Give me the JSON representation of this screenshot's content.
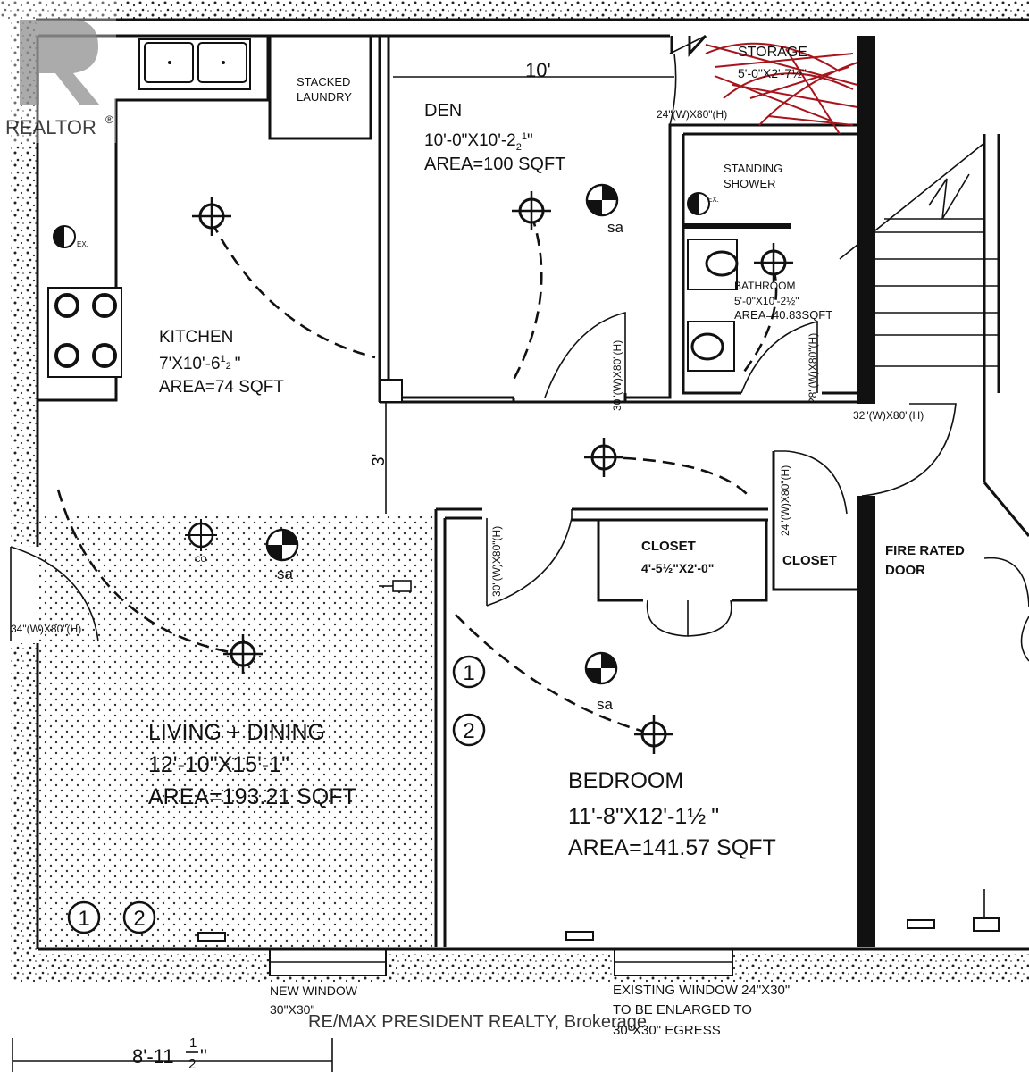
{
  "watermark": {
    "brand": "REALTOR",
    "registered": "®",
    "agency": "RE/MAX PRESIDENT REALTY, Brokerage"
  },
  "rooms": {
    "kitchen": {
      "name": "KITCHEN",
      "dims": "7'X10'-6",
      "frac": "1",
      "frac2": "2",
      "tail": "\"",
      "area": "AREA=74 SQFT"
    },
    "den": {
      "name": "DEN",
      "dims": "10'-0\"X10'-2",
      "frac": "1",
      "frac2": "2",
      "tail": "\"",
      "area": "AREA=100 SQFT"
    },
    "living": {
      "name": "LIVING + DINING",
      "dims": "12'-10\"X15'-1\"",
      "area": "AREA=193.21 SQFT"
    },
    "bedroom": {
      "name": "BEDROOM",
      "dims": "11'-8\"X12'-1",
      "half": "½",
      "tail": "\"",
      "area": "AREA=141.57 SQFT"
    },
    "bathroom": {
      "name": "BATHROOM",
      "dims": "5'-0\"X10'-2",
      "half": "½",
      "tail": "\"",
      "area": "AREA=40.83SQFT"
    },
    "storage": {
      "name": "STORAGE",
      "dims": "5'-0\"X2'-7",
      "half": "½",
      "tail": "\""
    },
    "closet_bed": {
      "name": "CLOSET",
      "dims": "4'-5",
      "half": "½",
      "tail": "\"X2'-0\""
    },
    "closet_hall": {
      "name": "CLOSET"
    }
  },
  "labels": {
    "laundry_1": "STACKED",
    "laundry_2": "LAUNDRY",
    "shower_1": "STANDING",
    "shower_2": "SHOWER",
    "fire_1": "FIRE RATED",
    "fire_2": "DOOR",
    "sa": "sa",
    "co": "CO",
    "ex": "EX.",
    "window_new_1": "NEW WINDOW",
    "window_new_2": "30\"X30\"",
    "window_exist_1": "EXISTING WINDOW 24\"X30\"",
    "window_exist_2": "TO BE ENLARGED TO",
    "window_exist_3": "30\"X30\" EGRESS",
    "num_1": "1",
    "num_2": "2"
  },
  "dimensions": {
    "den_width": "10'",
    "corridor": "3'",
    "bottom": "8'-11",
    "bottom_num": "1",
    "bottom_den": "2",
    "bottom_tail": "\""
  },
  "doors": {
    "entry": "34\"(W)X80\"(H)",
    "storage": "24\"(W)X80\"(H)",
    "den": "30\"(W)X80\"(H)",
    "bath": "28\"(W)X80\"(H)",
    "fire": "32\"(W)X80\"(H)",
    "closet": "24\"(W)X80\"(H)",
    "bedroom": "30\"(W)X80\"(H)"
  }
}
